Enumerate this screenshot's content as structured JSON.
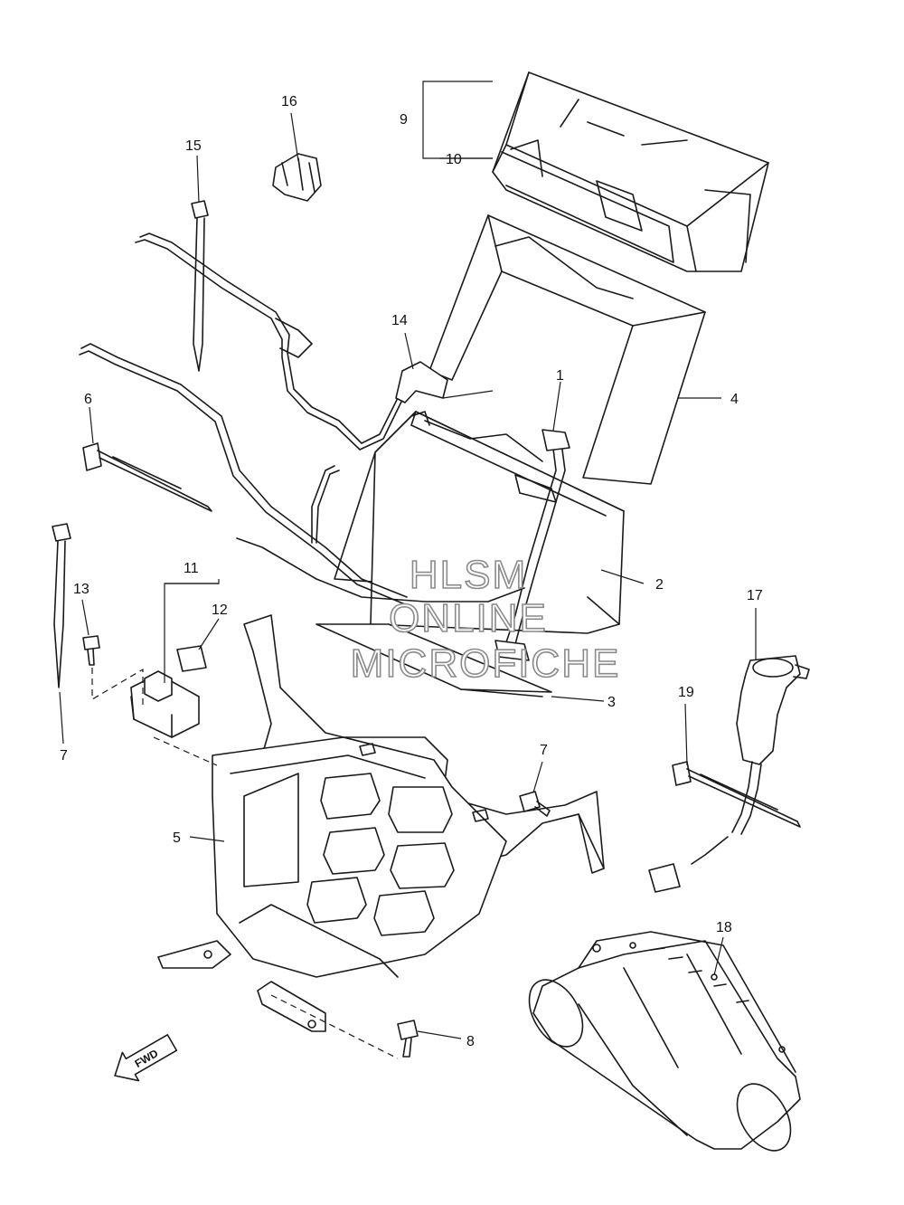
{
  "watermark": {
    "line1": "HLSM",
    "line2": "ONLINE",
    "line3": "MICROFICHE"
  },
  "direction_badge": "FWD",
  "callouts": {
    "c1": "1",
    "c2": "2",
    "c3": "3",
    "c4": "4",
    "c5": "5",
    "c6": "6",
    "c7a": "7",
    "c7b": "7",
    "c8": "8",
    "c9": "9",
    "c10": "10",
    "c11": "11",
    "c12": "12",
    "c13": "13",
    "c14": "14",
    "c15": "15",
    "c16": "16",
    "c17": "17",
    "c18": "18",
    "c19": "19"
  }
}
